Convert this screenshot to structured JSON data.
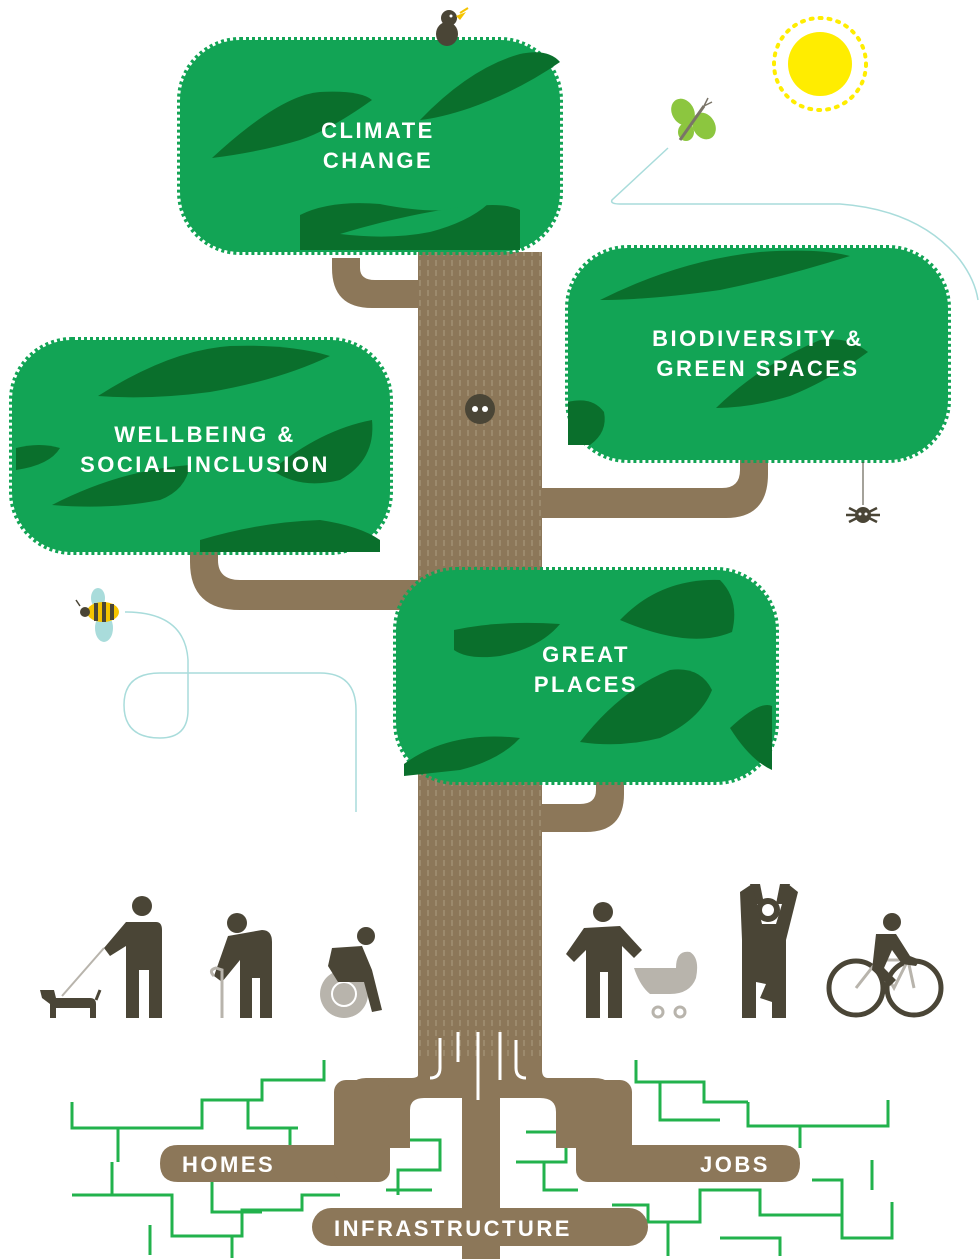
{
  "crowns": {
    "climate": {
      "line1": "CLIMATE",
      "line2": "CHANGE"
    },
    "wellbeing": {
      "line1": "WELLBEING &",
      "line2": "SOCIAL INCLUSION"
    },
    "biodiversity": {
      "line1": "BIODIVERSITY &",
      "line2": "GREEN SPACES"
    },
    "great_places": {
      "line1": "GREAT",
      "line2": "PLACES"
    }
  },
  "roots": {
    "homes": "HOMES",
    "jobs": "JOBS",
    "infrastructure": "INFRASTRUCTURE"
  },
  "colors": {
    "leaf": "#12a455",
    "leaf_dark": "#0a6f2c",
    "trunk": "#8c7759",
    "trunk_line": "#a8967a",
    "figure": "#4a4536",
    "grey": "#b8b4ac",
    "root_lines": "#22b24c",
    "sun": "#ffed00",
    "flight": "#a9dcdb"
  },
  "icons": [
    "bird-icon",
    "sun-icon",
    "butterfly-icon",
    "owl-hole-icon",
    "spider-icon",
    "bee-icon",
    "dog-walker-icon",
    "elderly-with-cane-icon",
    "wheelchair-user-icon",
    "parent-with-pram-icon",
    "yoga-person-icon",
    "cyclist-icon"
  ]
}
